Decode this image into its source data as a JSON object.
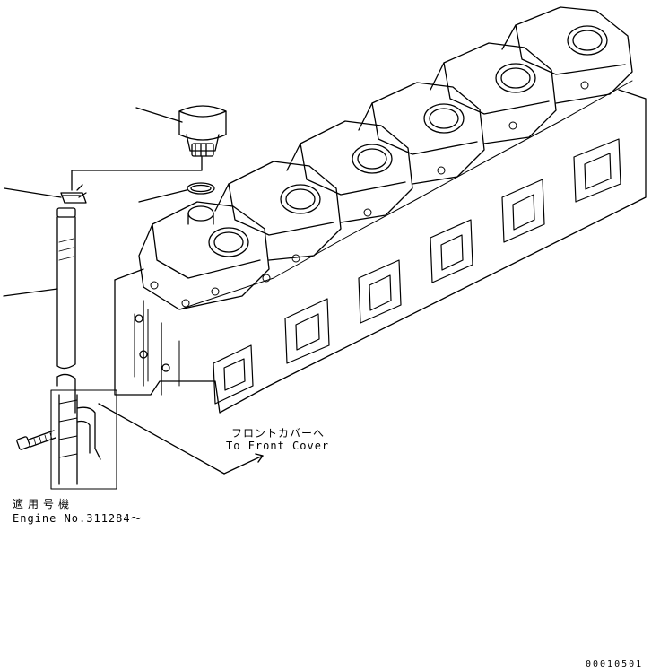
{
  "labels": {
    "front_cover_jp": "フロントカバーへ",
    "front_cover_en": "To Front Cover",
    "applicable_jp": "適用号機",
    "engine_no": "Engine No.311284～",
    "drawing_no": "00010501"
  },
  "colors": {
    "line": "#000000",
    "background": "#ffffff"
  },
  "parts": [
    "cap-icon",
    "o-ring-icon",
    "clip-icon",
    "hose-icon",
    "bolt-icon",
    "bracket-icon",
    "cylinder-head-cover-icon"
  ]
}
